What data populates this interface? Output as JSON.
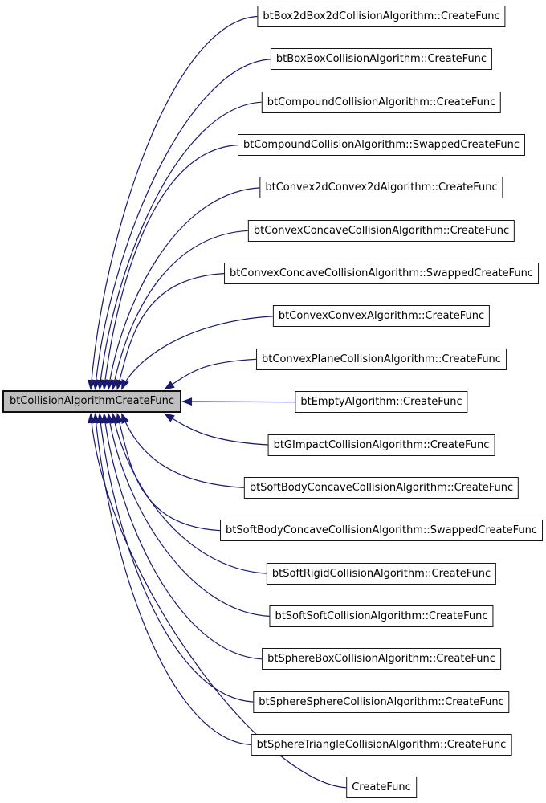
{
  "diagram": {
    "type": "inheritance-graph",
    "base_node": {
      "label": "btCollisionAlgorithmCreateFunc"
    },
    "derived_nodes": [
      {
        "label": "btBox2dBox2dCollisionAlgorithm::CreateFunc"
      },
      {
        "label": "btBoxBoxCollisionAlgorithm::CreateFunc"
      },
      {
        "label": "btCompoundCollisionAlgorithm::CreateFunc"
      },
      {
        "label": "btCompoundCollisionAlgorithm::SwappedCreateFunc"
      },
      {
        "label": "btConvex2dConvex2dAlgorithm::CreateFunc"
      },
      {
        "label": "btConvexConcaveCollisionAlgorithm::CreateFunc"
      },
      {
        "label": "btConvexConcaveCollisionAlgorithm::SwappedCreateFunc"
      },
      {
        "label": "btConvexConvexAlgorithm::CreateFunc"
      },
      {
        "label": "btConvexPlaneCollisionAlgorithm::CreateFunc"
      },
      {
        "label": "btEmptyAlgorithm::CreateFunc"
      },
      {
        "label": "btGImpactCollisionAlgorithm::CreateFunc"
      },
      {
        "label": "btSoftBodyConcaveCollisionAlgorithm::CreateFunc"
      },
      {
        "label": "btSoftBodyConcaveCollisionAlgorithm::SwappedCreateFunc"
      },
      {
        "label": "btSoftRigidCollisionAlgorithm::CreateFunc"
      },
      {
        "label": "btSoftSoftCollisionAlgorithm::CreateFunc"
      },
      {
        "label": "btSphereBoxCollisionAlgorithm::CreateFunc"
      },
      {
        "label": "btSphereSphereCollisionAlgorithm::CreateFunc"
      },
      {
        "label": "btSphereTriangleCollisionAlgorithm::CreateFunc"
      },
      {
        "label": "CreateFunc"
      }
    ],
    "colors": {
      "edge": "#191970",
      "base_fill": "#bfbfbf",
      "node_fill": "#ffffff",
      "node_border": "#161616",
      "text": "#000000"
    }
  }
}
